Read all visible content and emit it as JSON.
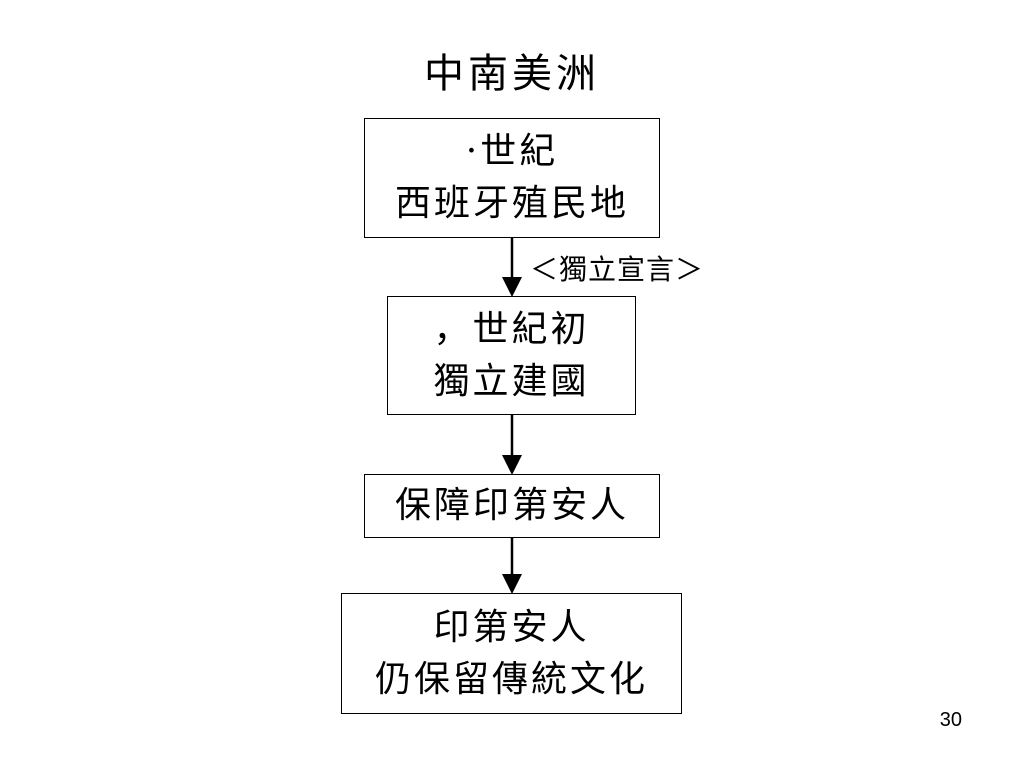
{
  "slide": {
    "title": "中南美洲",
    "page_number": "30"
  },
  "flowchart": {
    "boxes": [
      {
        "line1": "·世紀",
        "line2": "西班牙殖民地"
      },
      {
        "line1": "，世紀初",
        "line2": "獨立建國"
      },
      {
        "line1": "保障印第安人"
      },
      {
        "line1": "印第安人",
        "line2": "仍保留傳統文化"
      }
    ],
    "edges": [
      {
        "from": 0,
        "to": 1,
        "label": "＜獨立宣言＞"
      },
      {
        "from": 1,
        "to": 2
      },
      {
        "from": 2,
        "to": 3
      }
    ]
  }
}
